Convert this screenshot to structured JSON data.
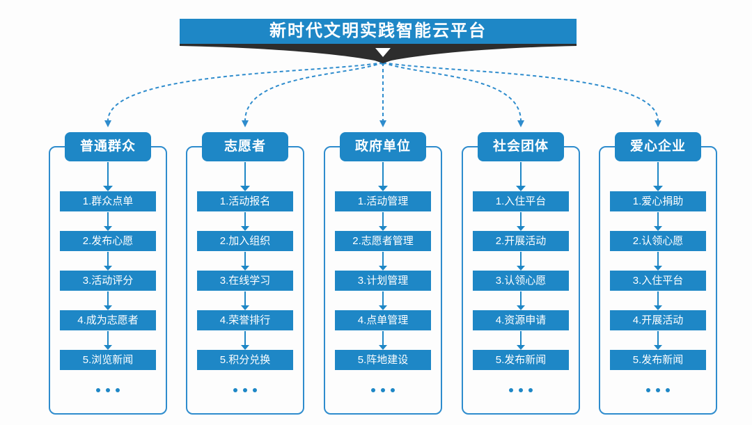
{
  "banner": {
    "title": "新时代文明实践智能云平台"
  },
  "ui": {
    "more": "..."
  },
  "colors": {
    "primary_blue": "#1e87c6",
    "connector_blue": "#2e8ccd",
    "ribbon_dark": "#2d2d2d",
    "background": "#fdfdfd",
    "text_on_blue": "#ffffff"
  },
  "icons": [
    "banner-down-arrow-icon",
    "connector-arrowhead-icon",
    "down-arrow-icon",
    "more-dots"
  ],
  "columns": [
    {
      "title": "普通群众",
      "steps": [
        "1.群众点单",
        "2.发布心愿",
        "3.活动评分",
        "4.成为志愿者",
        "5.浏览新闻"
      ],
      "more": "..."
    },
    {
      "title": "志愿者",
      "steps": [
        "1.活动报名",
        "2.加入组织",
        "3.在线学习",
        "4.荣誉排行",
        "5.积分兑换"
      ],
      "more": "..."
    },
    {
      "title": "政府单位",
      "steps": [
        "1.活动管理",
        "2.志愿者管理",
        "3.计划管理",
        "4.点单管理",
        "5.阵地建设"
      ],
      "more": "..."
    },
    {
      "title": "社会团体",
      "steps": [
        "1.入住平台",
        "2.开展活动",
        "3.认领心愿",
        "4.资源申请",
        "5.发布新闻"
      ],
      "more": "..."
    },
    {
      "title": "爱心企业",
      "steps": [
        "1.爱心捐助",
        "2.认领心愿",
        "3.入住平台",
        "4.开展活动",
        "5.发布新闻"
      ],
      "more": "..."
    }
  ]
}
